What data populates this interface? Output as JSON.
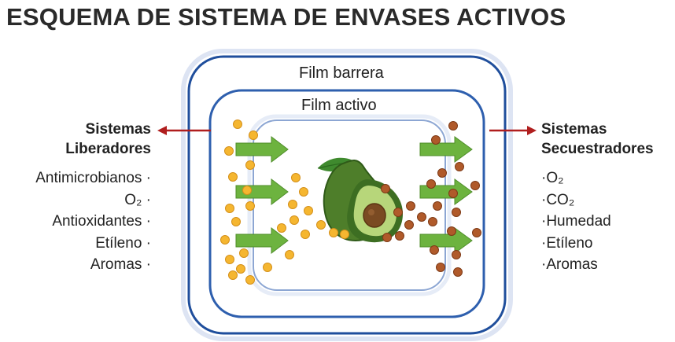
{
  "title": "ESQUEMA DE SISTEMA DE ENVASES ACTIVOS",
  "films": {
    "outer": "Film barrera",
    "inner": "Film activo"
  },
  "left": {
    "heading_line1": "Sistemas",
    "heading_line2": "Liberadores",
    "items": [
      "Antimicrobianos",
      "O₂",
      "Antioxidantes",
      "Etíleno",
      "Aromas"
    ]
  },
  "right": {
    "heading_line1": "Sistemas",
    "heading_line2": "Secuestradores",
    "items": [
      "O₂",
      "CO₂",
      "Humedad",
      "Etíleno",
      "Aromas"
    ]
  },
  "icons": [
    "avocado-icon",
    "green-arrow-icon",
    "red-arrow-icon",
    "yellow-particle-icon",
    "brown-particle-icon"
  ],
  "colors": {
    "outer_border": "#1f4e9c",
    "inner_border": "#2e5fae",
    "core_border": "#5a7fc0",
    "release_particle": "#f5b630",
    "absorb_particle": "#b05a2a",
    "arrow_green": "#6db33f",
    "arrow_red": "#b01e1e",
    "avocado_skin": "#5a8a2e",
    "avocado_flesh": "#a8cf6a",
    "avocado_seed": "#7a4a22"
  }
}
